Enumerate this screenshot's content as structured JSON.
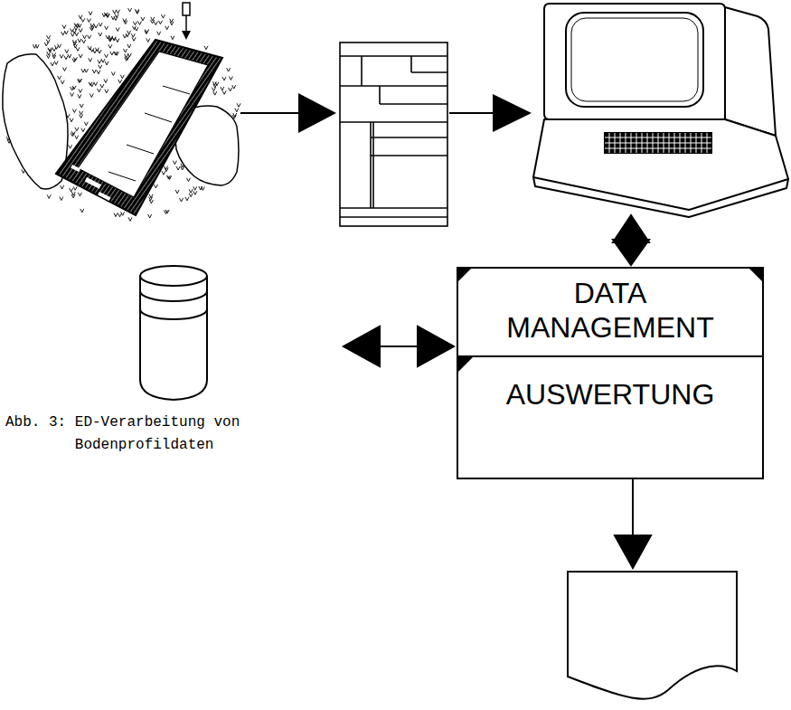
{
  "diagram": {
    "caption": "Abb. 3: ED-Verarbeitung von Bodenprofildaten",
    "nodes": [
      {
        "text": [
          "DATA MANAGEMENT",
          "AUSWERTUNG"
        ]
      }
    ]
  }
}
